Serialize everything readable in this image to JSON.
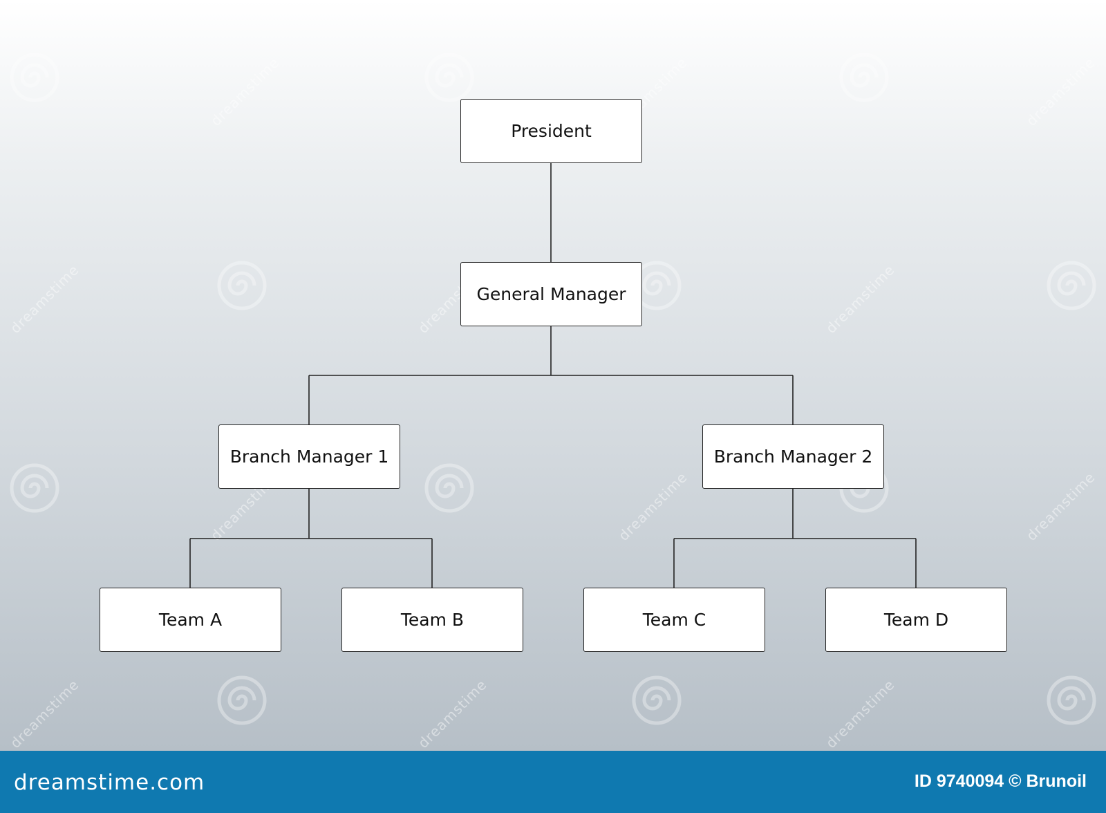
{
  "diagram": {
    "nodes": [
      {
        "id": "president",
        "label": "President"
      },
      {
        "id": "general-manager",
        "label": "General Manager"
      },
      {
        "id": "branch-manager-1",
        "label": "Branch Manager 1"
      },
      {
        "id": "branch-manager-2",
        "label": "Branch Manager 2"
      },
      {
        "id": "team-a",
        "label": "Team A"
      },
      {
        "id": "team-b",
        "label": "Team B"
      },
      {
        "id": "team-c",
        "label": "Team C"
      },
      {
        "id": "team-d",
        "label": "Team D"
      }
    ],
    "edges": [
      [
        "president",
        "general-manager"
      ],
      [
        "general-manager",
        "branch-manager-1"
      ],
      [
        "general-manager",
        "branch-manager-2"
      ],
      [
        "branch-manager-1",
        "team-a"
      ],
      [
        "branch-manager-1",
        "team-b"
      ],
      [
        "branch-manager-2",
        "team-c"
      ],
      [
        "branch-manager-2",
        "team-d"
      ]
    ]
  },
  "watermark": {
    "text": "dreamstime",
    "icon": "spiral-logo-icon"
  },
  "footer": {
    "brand": "dreamstime.com",
    "credit": "ID 9740094 © Brunoil",
    "background_color": "#0f79b0"
  }
}
